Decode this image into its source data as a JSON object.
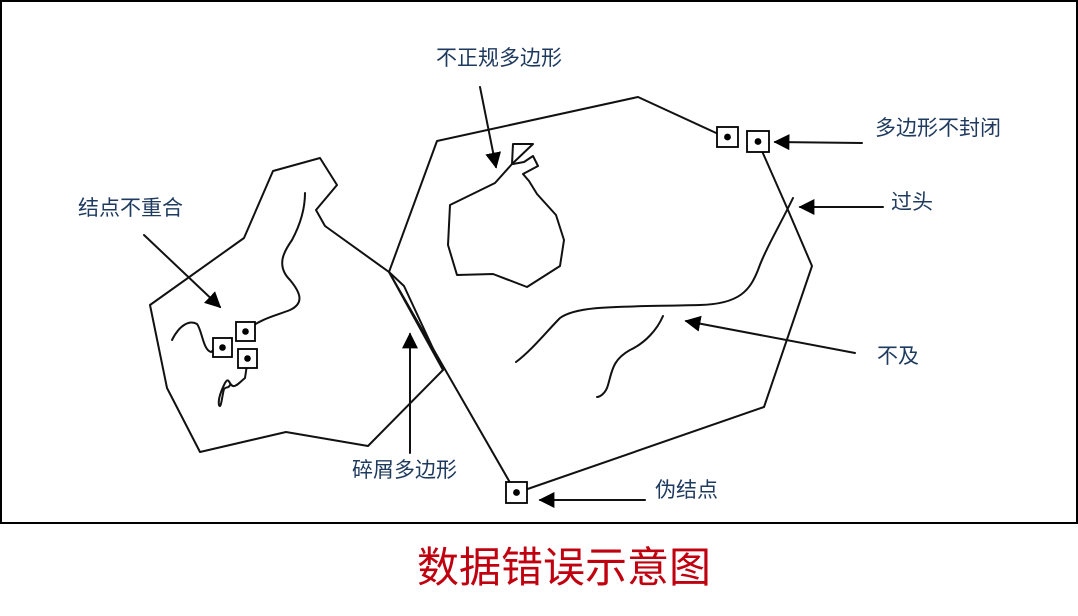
{
  "labels": {
    "irregular_polygon": "不正规多边形",
    "unclosed_polygon": "多边形不封闭",
    "nodes_not_coincident": "结点不重合",
    "overshoot": "过头",
    "undershoot": "不及",
    "sliver_polygon": "碎屑多边形",
    "pseudo_node": "伪结点"
  },
  "caption": "数据错误示意图",
  "colors": {
    "label": "#1f3a5f",
    "caption": "#c0000f",
    "line": "#111111"
  }
}
